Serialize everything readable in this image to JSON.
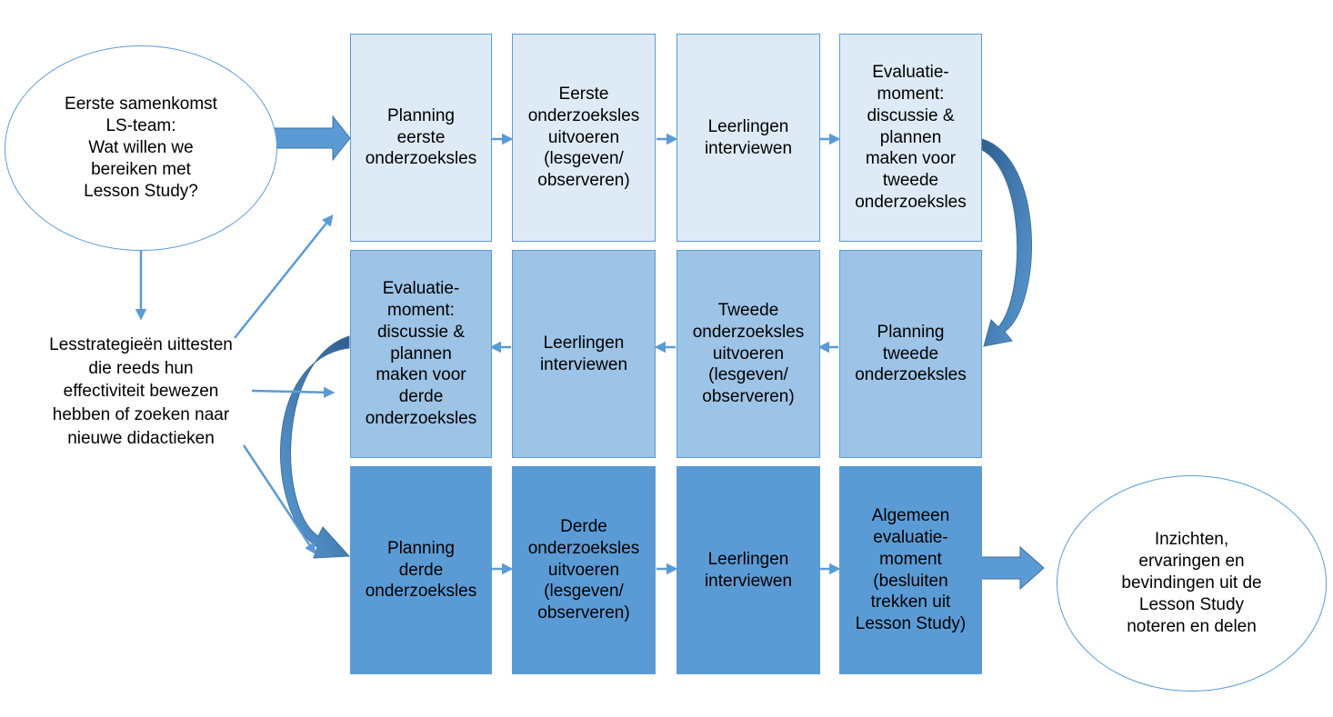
{
  "start": {
    "text": "Eerste samenkomst\nLS-team:\nWat willen we\nbereiken met\nLesson Study?"
  },
  "strategies": {
    "text": "Lesstrategieën uittesten\ndie reeds hun\neffectiviteit bewezen\nhebben of zoeken naar\nnieuwe didactieken"
  },
  "end": {
    "text": "Inzichten,\nervaringen en\nbevindingen uit de\nLesson Study\nnoteren en delen"
  },
  "rows": [
    [
      "Planning\neerste\nonderzoeksles",
      "Eerste\nonderzoeksles\nuitvoeren\n(lesgeven/\nobserveren)",
      "Leerlingen\ninterviewen",
      "Evaluatie-\nmoment:\ndiscussie &\nplannen\nmaken voor\ntweede\nonderzoeksles"
    ],
    [
      "Evaluatie-\nmoment:\ndiscussie &\nplannen\nmaken voor\nderde\nonderzoeksles",
      "Leerlingen\ninterviewen",
      "Tweede\nonderzoeksles\nuitvoeren\n(lesgeven/\nobserveren)",
      "Planning\ntweede\nonderzoeksles"
    ],
    [
      "Planning\nderde\nonderzoeksles",
      "Derde\nonderzoeksles\nuitvoeren\n(lesgeven/\nobserveren)",
      "Leerlingen\ninterviewen",
      "Algemeen\nevaluatie-\nmoment\n(besluiten\ntrekken uit\nLesson Study)"
    ]
  ],
  "colors": {
    "border": "#5B9BD5",
    "row1_fill": "#DEEBF7",
    "row2_fill": "#9DC3E6",
    "row3_fill": "#5B9BD5",
    "arrow": "#5B9BD5",
    "arrow_dark": "#41719C"
  }
}
